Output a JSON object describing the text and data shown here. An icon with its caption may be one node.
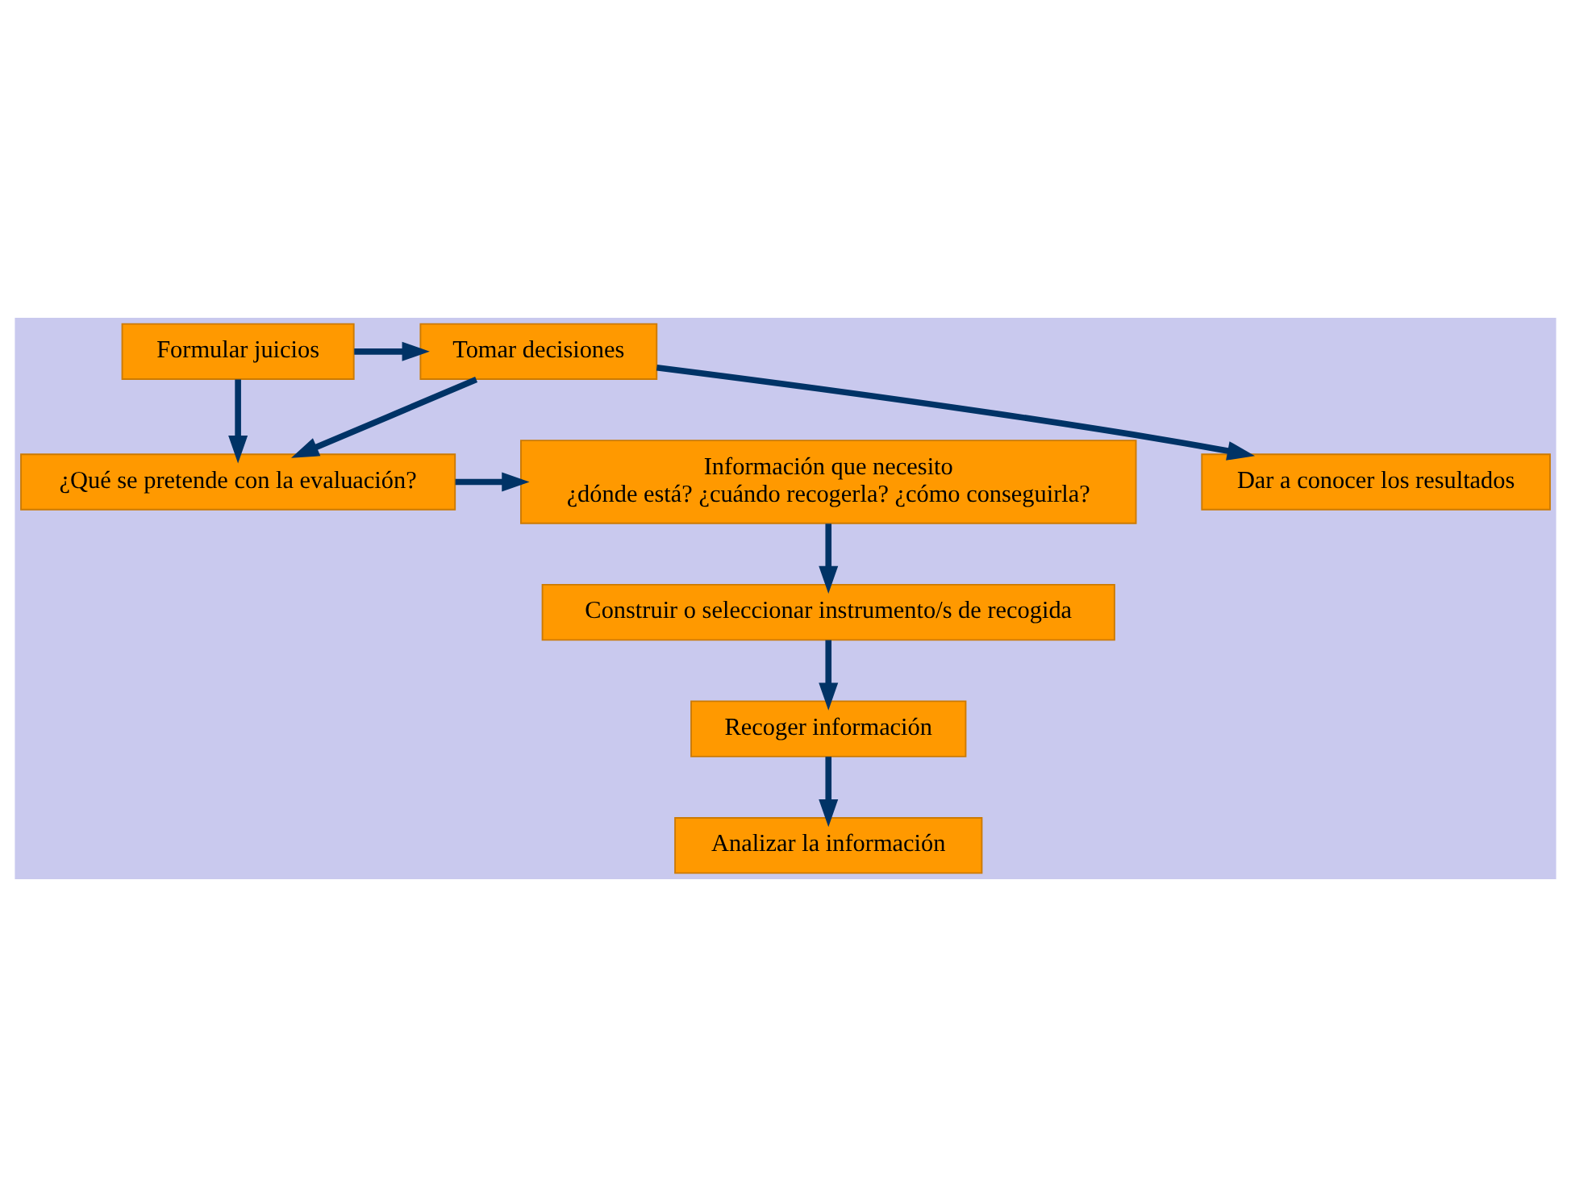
{
  "diagram": {
    "nodes": [
      {
        "text": [
          "¿Qué se pretende con la evaluación?"
        ]
      },
      {
        "text": [
          "Información que necesito",
          "¿dónde está? ¿cuándo recogerla? ¿cómo conseguirla?"
        ]
      },
      {
        "text": [
          "Construir o seleccionar instrumento/s de recogida"
        ]
      },
      {
        "text": [
          "Recoger información"
        ]
      },
      {
        "text": [
          "Analizar la información"
        ]
      },
      {
        "text": [
          "Dar a conocer los resultados"
        ]
      },
      {
        "text": [
          "Tomar decisiones"
        ]
      },
      {
        "text": [
          "Formular juicios"
        ]
      }
    ],
    "edges": [
      {
        "from": 0,
        "to": 1,
        "arrow": "to"
      },
      {
        "from": 1,
        "to": 2,
        "arrow": "to"
      },
      {
        "from": 2,
        "to": 3,
        "arrow": "to"
      },
      {
        "from": 3,
        "to": 4,
        "arrow": "to"
      },
      {
        "from": 7,
        "to": 6,
        "arrow": "to"
      },
      {
        "from": 6,
        "to": 5,
        "arrow": "to"
      },
      {
        "from": 6,
        "to": 0,
        "arrow": "to"
      },
      {
        "from": 7,
        "to": 0,
        "arrow": "to"
      }
    ]
  }
}
